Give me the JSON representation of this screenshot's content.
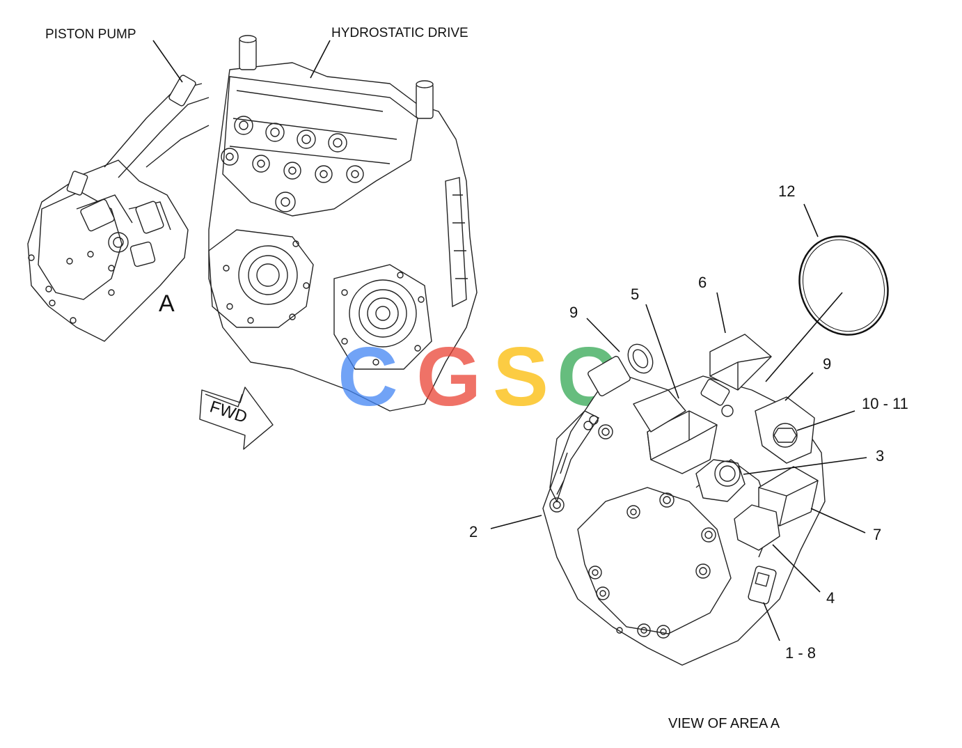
{
  "labels": {
    "piston_pump": "PISTON PUMP",
    "hydrostatic_drive": "HYDROSTATIC DRIVE",
    "area_marker": "A",
    "fwd": "FWD",
    "view_caption": "VIEW OF AREA A"
  },
  "callouts": {
    "c12": "12",
    "c6": "6",
    "c5": "5",
    "c9_left": "9",
    "c9_right": "9",
    "c10_11": "10 - 11",
    "c3": "3",
    "c2": "2",
    "c7": "7",
    "c4": "4",
    "c1_8": "1 - 8"
  },
  "watermark": {
    "letters": [
      "C",
      "G",
      "S",
      "C"
    ],
    "colors": [
      "#4285F4",
      "#EA4335",
      "#FBBC05",
      "#34A853"
    ]
  }
}
